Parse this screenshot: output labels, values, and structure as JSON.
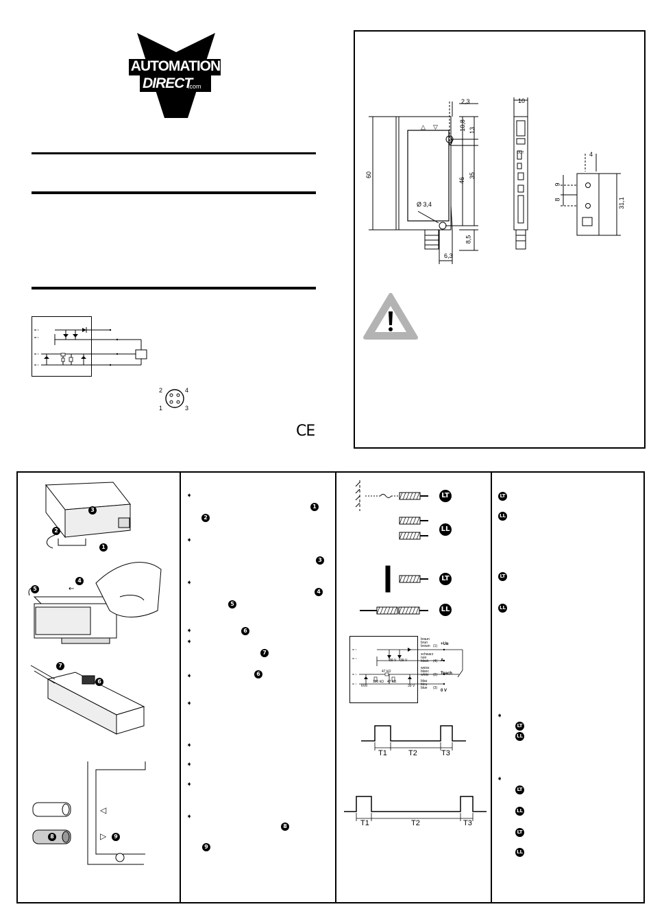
{
  "logo": {
    "line1": "AUTOMATION",
    "line2": "DIRECT",
    "suffix": ".com"
  },
  "pin_labels": [
    "2",
    "4",
    "1",
    "3"
  ],
  "ce_mark": "CE",
  "dimensions": {
    "d2_3": "2,3",
    "d10_8": "10,8",
    "d13": "13",
    "d60": "60",
    "d46": "46",
    "d35": "35",
    "hole": "Ø 3,4",
    "d8_5": "8,5",
    "d6_3": "6,3",
    "d10": "10",
    "d4": "4",
    "d9": "9",
    "d8": "8",
    "d31_1": "31,1"
  },
  "panel_labels": {
    "out": "OUT",
    "sym_up": "△",
    "sym_down": "▽",
    "sym_right": "▷",
    "sym_left": "◁"
  },
  "steps": [
    "1",
    "2",
    "3",
    "4",
    "5",
    "6",
    "7",
    "8",
    "9"
  ],
  "mode_badges": {
    "lt": "LT",
    "ll": "LL"
  },
  "bullet": "➧",
  "wiring": {
    "brown": [
      "braun",
      "brun",
      "brown",
      "(1)"
    ],
    "black": [
      "schwarz",
      "noir",
      "black",
      "(4)"
    ],
    "white": [
      "weiss",
      "blanc",
      "white",
      "(2)"
    ],
    "blue": [
      "blau",
      "bleu",
      "blue",
      "(3)"
    ],
    "ub": "+Uв",
    "a": "A",
    "teach": "Teach",
    "zero": "0 V",
    "v39a": "39 V",
    "v39b": "39 V",
    "r47a": "47 kΩ",
    "r47b": "47 kΩ",
    "r100": "100 kΩ",
    "v6": "6V8",
    "v39c": "39 V"
  },
  "timing": {
    "t1": "T1",
    "t2": "T2",
    "t3": "T3"
  }
}
